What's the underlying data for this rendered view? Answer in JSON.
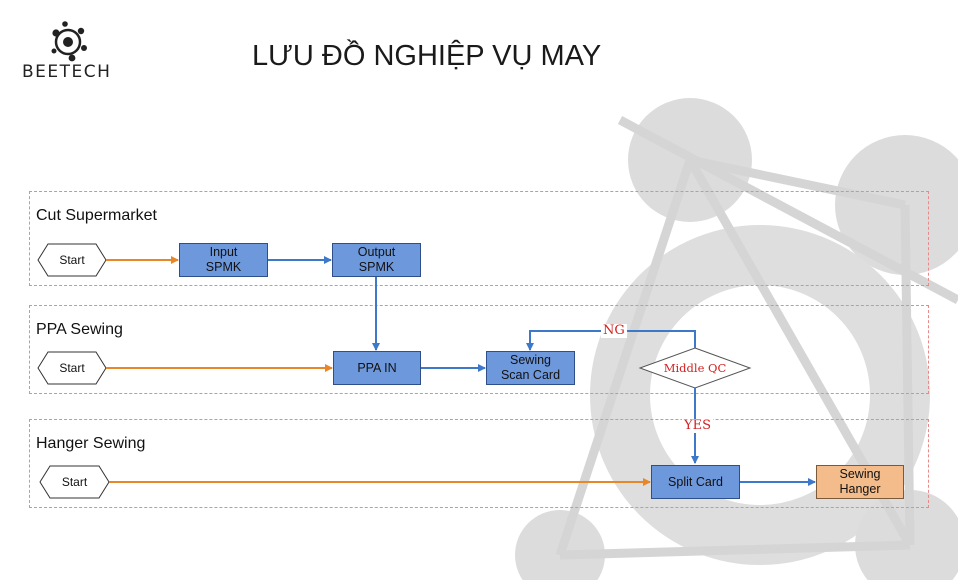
{
  "header": {
    "brand": "BEETECH",
    "title": "LƯU ĐỒ NGHIỆP VỤ MAY"
  },
  "lanes": {
    "cut": {
      "label": "Cut Supermarket"
    },
    "ppa": {
      "label": "PPA  Sewing"
    },
    "hanger": {
      "label": "Hanger Sewing"
    }
  },
  "nodes": {
    "start_cut": "Start",
    "input_spmk": "Input\nSPMK",
    "output_spmk": "Output\nSPMK",
    "start_ppa": "Start",
    "ppa_in": "PPA IN",
    "sewing_scan_card": "Sewing\nScan Card",
    "middle_qc": "Middle QC",
    "start_hanger": "Start",
    "split_card": "Split Card",
    "sewing_hanger": "Sewing\nHanger"
  },
  "edges": {
    "ng_label": "NG",
    "yes_label": "YES"
  },
  "colors": {
    "process_fill": "#6d98dc",
    "process_border": "#2e4f8a",
    "final_fill": "#f4bc8a",
    "start_flow": "#e8862a",
    "process_flow": "#3d78c9",
    "lane_border": "#e88a8a",
    "decision_text": "#d32020"
  }
}
